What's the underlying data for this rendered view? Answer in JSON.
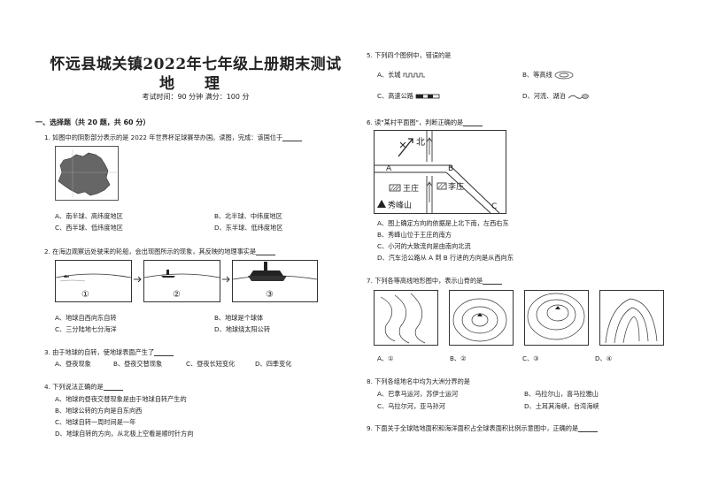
{
  "header": {
    "title": "怀远县城关镇2022年七年级上册期末测试",
    "subject": "地 理",
    "exam_info": "考试时间：90 分钟  满分：100 分"
  },
  "section1": {
    "heading": "一、选择题（共 20 题，共 60 分）"
  },
  "questions": [
    {
      "stem": "1. 如图中的阴影部分表示的是 2022 年世界杯足球赛举办国。读图，完成：该国位于",
      "options": [
        "A、南半球、高纬度地区",
        "B、北半球、中纬度地区",
        "C、西半球、低纬度地区",
        "D、东半球、低纬度地区"
      ]
    },
    {
      "stem": "2. 在海边观察远处驶来的轮船，会出现图所示的现象，其反映的地理事实是",
      "options": [
        "A、地球自西向东自转",
        "B、地球是个球体",
        "C、三分陆地七分海洋",
        "D、地球绕太阳公转"
      ],
      "panel_labels": [
        "①",
        "②",
        "③"
      ]
    },
    {
      "stem": "3. 由于地球的自转，使地球表面产生了",
      "options": [
        "A、昼夜现象",
        "B、昼夜交替现象",
        "C、昼夜长短变化",
        "D、四季变化"
      ]
    },
    {
      "stem": "4. 下列说法正确的是",
      "options": [
        "A、地球的昼夜交替现象是由于地球自转产生的",
        "B、地球公转的方向是自东向西",
        "C、地球自转一周时间是一年",
        "D、地球自转的方向，从北极上空看是顺时针方向"
      ]
    },
    {
      "stem": "5. 下列四个图例中，错误的是",
      "options": [
        "A、长城",
        "B、等高线",
        "C、高速公路",
        "D、河流、湖泊"
      ]
    },
    {
      "stem": "6. 读\"某村平面图\"，判断正确的是",
      "options": [
        "A、图上确定方向的依据是上北下南，左西右东",
        "B、秀峰山位于王庄的南方",
        "C、小河的大致流向是由南向北流",
        "D、汽车沿公路从 A 到 B 行进的方向是从西向东"
      ],
      "map_labels": {
        "north": "北",
        "a": "A",
        "b": "B",
        "c": "C",
        "wangzhuang": "王庄",
        "lizhuang": "李庄",
        "xiufengshan": "秀峰山"
      }
    },
    {
      "stem": "7. 下列各等高线地形图中，表示山脊的是",
      "options": [
        "A、①",
        "B、②",
        "C、③",
        "D、④"
      ]
    },
    {
      "stem": "8. 下列各组地名中均为大洲分界的是",
      "options": [
        "A、巴拿马运河，苏伊士运河",
        "B、乌拉尔山，喜马拉雅山",
        "C、乌拉尔河，亚马孙河",
        "D、土耳其海峡，台湾海峡"
      ]
    },
    {
      "stem": "9. 下面关于全球陆地面积和海洋面积占全球表面积比例示意图中，正确的是"
    }
  ],
  "colors": {
    "text": "#222222",
    "line": "#555555",
    "shade": "#777777"
  }
}
